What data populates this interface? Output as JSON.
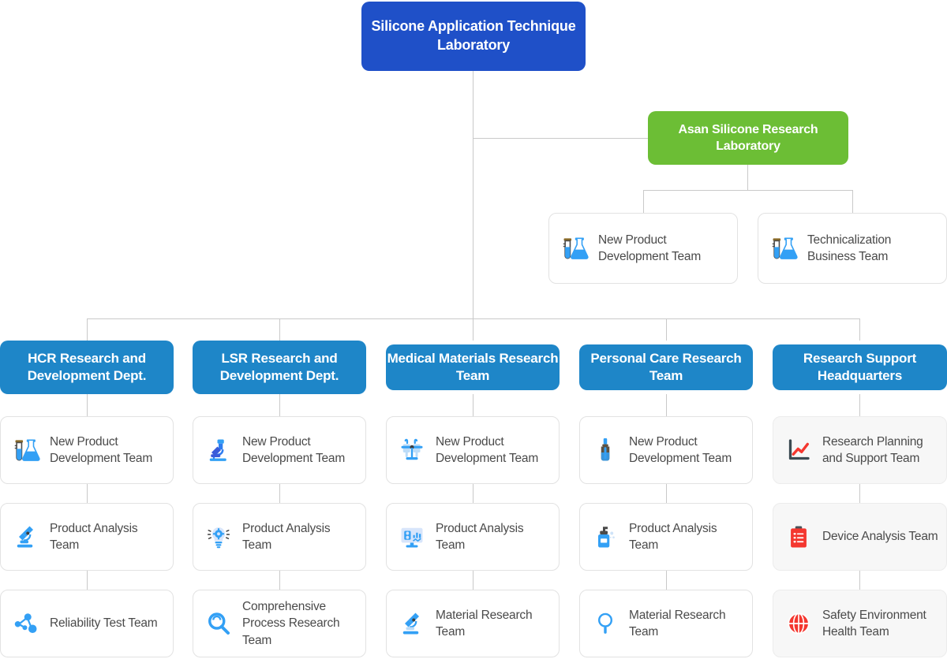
{
  "root": {
    "label": "Silicone Application Technique Laboratory",
    "color": "#1f50c8"
  },
  "branch": {
    "label": "Asan Silicone Research Laboratory",
    "color": "#6cbe35",
    "children": [
      {
        "label": "New Product Development Team",
        "icon": "testtube-flask-icon"
      },
      {
        "label": "Technicalization Business Team",
        "icon": "testtube-flask-icon"
      }
    ]
  },
  "departments": [
    {
      "label": "HCR Research and Development Dept.",
      "color": "#1e86c8",
      "style": "white",
      "teams": [
        {
          "label": "New Product Development Team",
          "icon": "testtube-flask-icon"
        },
        {
          "label": "Product Analysis Team",
          "icon": "microscope-icon"
        },
        {
          "label": "Reliability Test Team",
          "icon": "molecule-icon"
        }
      ]
    },
    {
      "label": "LSR Research and Development Dept.",
      "color": "#1e86c8",
      "style": "white",
      "teams": [
        {
          "label": "New Product Development Team",
          "icon": "microscope-blue-icon"
        },
        {
          "label": "Product Analysis Team",
          "icon": "lightbulb-gear-icon"
        },
        {
          "label": "Comprehensive Process Research Team",
          "icon": "magnifier-icon"
        }
      ]
    },
    {
      "label": "Medical Materials Research Team",
      "color": "#1e86c8",
      "style": "white",
      "teams": [
        {
          "label": "New Product Development Team",
          "icon": "lab-stand-icon"
        },
        {
          "label": "Product Analysis Team",
          "icon": "monitor-chart-icon"
        },
        {
          "label": "Material Research Team",
          "icon": "microscope-icon"
        }
      ]
    },
    {
      "label": "Personal Care Research Team",
      "color": "#1e86c8",
      "style": "white",
      "teams": [
        {
          "label": "New Product Development Team",
          "icon": "dropper-bottle-icon"
        },
        {
          "label": "Product Analysis Team",
          "icon": "pump-bottle-icon"
        },
        {
          "label": "Material Research Team",
          "icon": "loupe-icon"
        }
      ]
    },
    {
      "label": "Research Support Headquarters",
      "color": "#1e86c8",
      "style": "grey",
      "teams": [
        {
          "label": "Research Planning and Support Team",
          "icon": "line-chart-icon"
        },
        {
          "label": "Device Analysis Team",
          "icon": "clipboard-icon"
        },
        {
          "label": "Safety Environment Health Team",
          "icon": "globe-icon"
        }
      ]
    }
  ],
  "palette": {
    "line": "#c9c9c9",
    "root_blue": "#1f50c8",
    "dept_blue": "#1e86c8",
    "green": "#6cbe35",
    "icon_blue": "#33a0f5",
    "icon_red": "#f4372f",
    "card_text": "#4a4a4a"
  }
}
